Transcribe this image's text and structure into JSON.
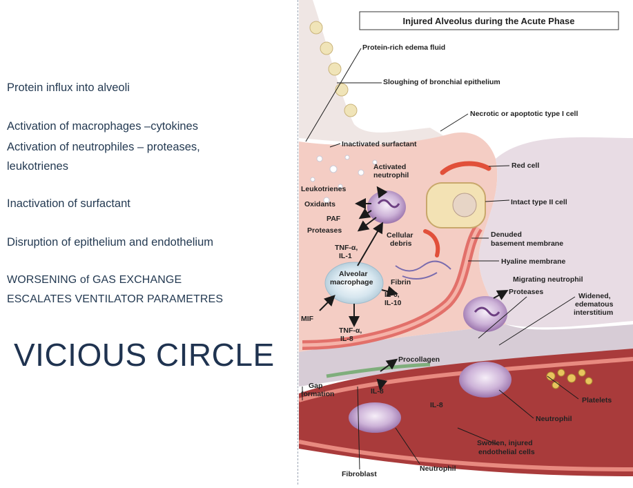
{
  "left_panel": {
    "line1": "Protein influx into alveoli",
    "line2": "Activation of macrophages –cytokines",
    "line3": "Activation of neutrophiles – proteases,",
    "line4": "leukotrienes",
    "line5": "Inactivation of surfactant",
    "line6": "Disruption of epithelium and endothelium",
    "line7": "WORSENING of GAS EXCHANGE",
    "line8": "ESCALATES VENTILATOR PARAMETRES",
    "headline": "VICIOUS CIRCLE"
  },
  "figure": {
    "title": "Injured Alveolus during the Acute Phase",
    "labels": {
      "edema": "Protein-rich edema fluid",
      "sloughing": "Sloughing of bronchial epithelium",
      "necrotic": "Necrotic or apoptotic type I cell",
      "surfactant": "Inactivated surfactant",
      "activated1": "Activated",
      "activated2": "neutrophil",
      "red_cell": "Red cell",
      "leukotrienes": "Leukotrienes",
      "oxidants": "Oxidants",
      "paf": "PAF",
      "proteases_left": "Proteases",
      "intact": "Intact type II cell",
      "cellular1": "Cellular",
      "cellular2": "debris",
      "denuded1": "Denuded",
      "denuded2": "basement membrane",
      "tnf1a": "TNF-α,",
      "tnf1b": "IL-1",
      "hyaline": "Hyaline membrane",
      "alveolar1": "Alveolar",
      "alveolar2": "macrophage",
      "migrating": "Migrating neutrophil",
      "fibrin": "Fibrin",
      "proteases_right": "Proteases",
      "il6a": "IL-6,",
      "il6b": "IL-10",
      "widened1": "Widened,",
      "widened2": "edematous",
      "widened3": "interstitium",
      "mif": "MIF",
      "tnf2a": "TNF-α,",
      "tnf2b": "IL-8",
      "procollagen": "Procollagen",
      "gap1": "Gap",
      "gap2": "formation",
      "il8a": "IL-8",
      "il8b": "IL-8",
      "platelets": "Platelets",
      "neutrophil1": "Neutrophil",
      "swollen1": "Swollen, injured",
      "swollen2": "endothelial cells",
      "fibroblast": "Fibroblast",
      "neutrophil2": "Neutrophil"
    },
    "colors": {
      "alveolar_space": "#f4cdc4",
      "interstitium": "#d7ccd6",
      "vessel": "#a93b3b",
      "membrane": "#e2706a",
      "cell_purple": "#b68fc4"
    }
  }
}
